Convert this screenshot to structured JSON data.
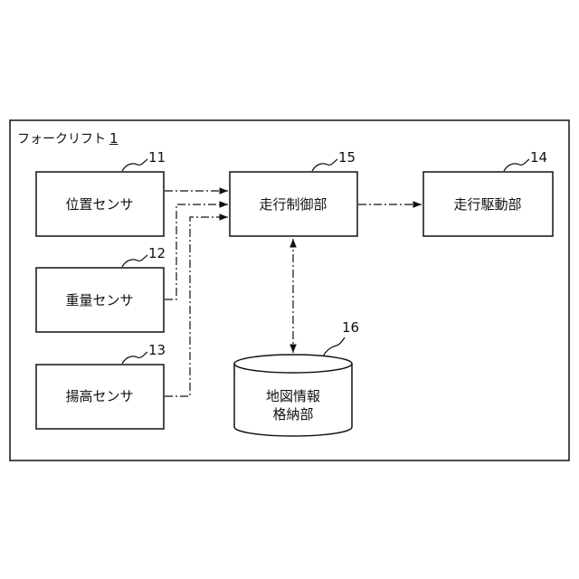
{
  "frame": {
    "title": "フォークリフト",
    "ref": "1"
  },
  "blocks": {
    "position_sensor": {
      "label": "位置センサ",
      "ref": "11"
    },
    "weight_sensor": {
      "label": "重量センサ",
      "ref": "12"
    },
    "lift_sensor": {
      "label": "揚高センサ",
      "ref": "13"
    },
    "travel_drive": {
      "label": "走行駆動部",
      "ref": "14"
    },
    "travel_control": {
      "label": "走行制御部",
      "ref": "15"
    },
    "map_storage": {
      "label_line1": "地図情報",
      "label_line2": "格納部",
      "ref": "16"
    }
  }
}
